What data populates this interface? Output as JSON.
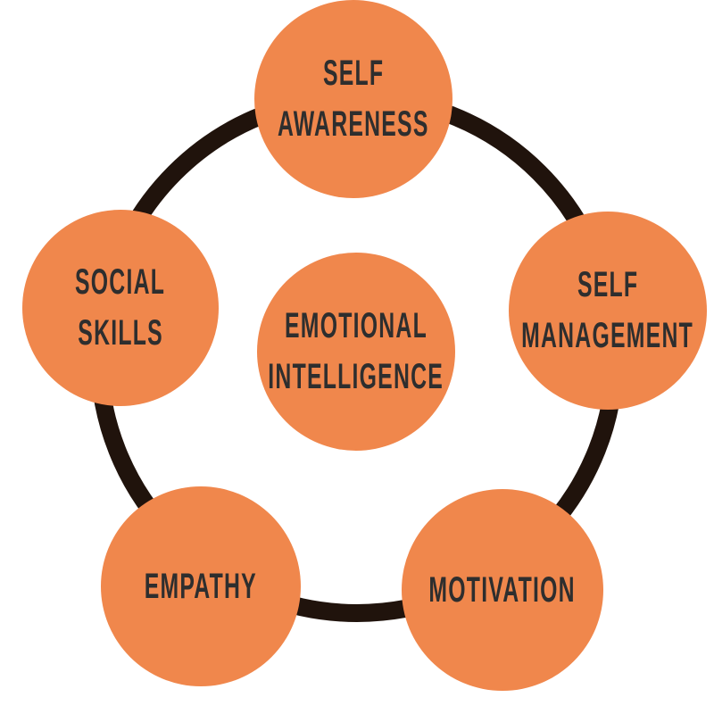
{
  "diagram": {
    "title": "Emotional Intelligence diagram",
    "colors": {
      "circle_fill": "#F0874C",
      "ring_stroke": "#20130C",
      "label_text": "#2E2E2E",
      "background": "#FFFFFF"
    },
    "center": {
      "id": "emotional-intelligence",
      "lines": [
        "EMOTIONAL",
        "INTELLIGENCE"
      ]
    },
    "nodes": [
      {
        "id": "self-awareness",
        "position": "top",
        "lines": [
          "SELF",
          "AWARENESS"
        ]
      },
      {
        "id": "self-management",
        "position": "right",
        "lines": [
          "SELF",
          "MANAGEMENT"
        ]
      },
      {
        "id": "motivation",
        "position": "bottom-right",
        "lines": [
          "MOTIVATION"
        ]
      },
      {
        "id": "empathy",
        "position": "bottom-left",
        "lines": [
          "EMPATHY"
        ]
      },
      {
        "id": "social-skills",
        "position": "left",
        "lines": [
          "SOCIAL",
          "SKILLS"
        ]
      }
    ]
  }
}
